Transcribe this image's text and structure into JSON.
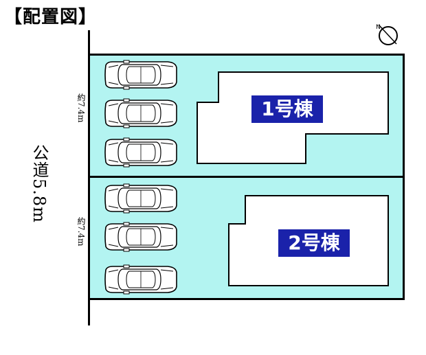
{
  "title": "【配置図】",
  "road": {
    "label": "公道5.8m"
  },
  "dimensions": {
    "lot1_width": "約7.4m",
    "lot2_width": "約7.4m"
  },
  "buildings": [
    {
      "label": "1号棟"
    },
    {
      "label": "2号棟"
    }
  ],
  "colors": {
    "lot_fill": "#b3f4f1",
    "label_bg": "#1a22aa",
    "label_text": "#ffffff"
  },
  "icons": {
    "north_arrow": "compass-north-icon",
    "car": "car-icon"
  }
}
